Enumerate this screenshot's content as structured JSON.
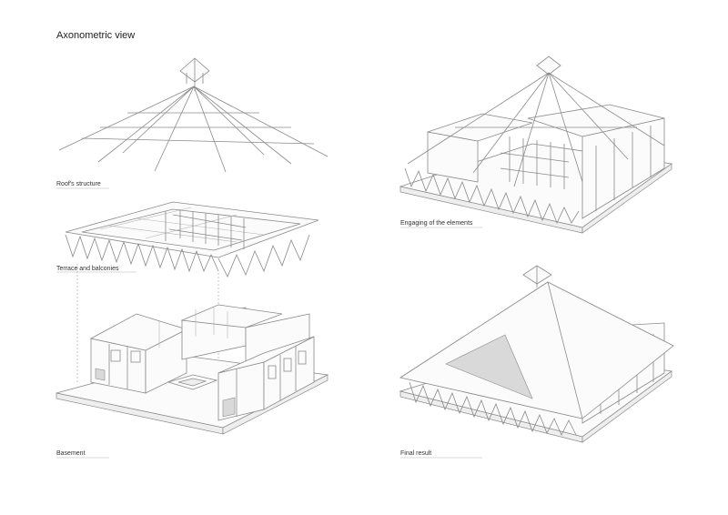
{
  "title": "Axonometric view",
  "labels": {
    "roof": "Roof's structure",
    "engaging": "Engaging of the elements",
    "terrace": "Terrace and balconies",
    "basement": "Basement",
    "final": "Final result"
  },
  "colors": {
    "line": "#8a8a8a",
    "fill": "#fbfbfb",
    "shade": "#d9d9d9"
  }
}
